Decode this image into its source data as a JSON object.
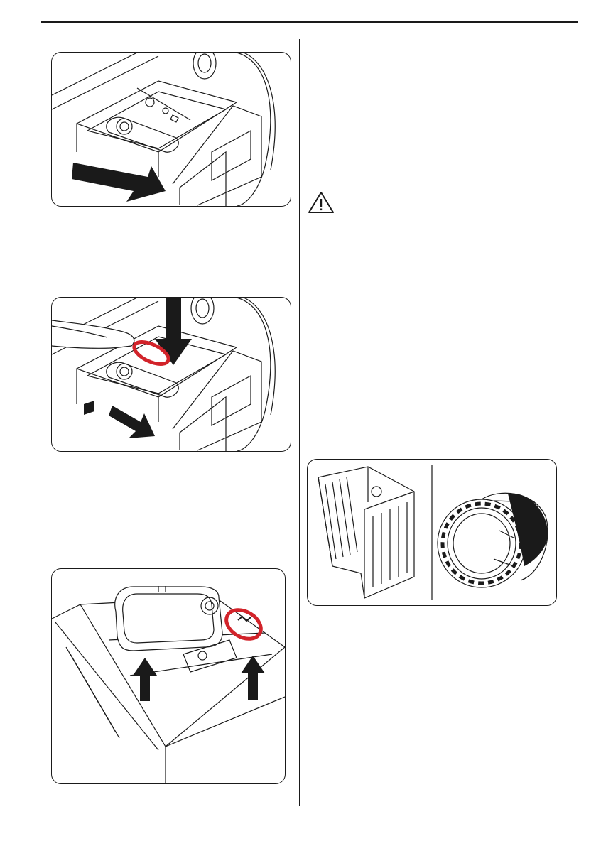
{
  "page": {
    "figures": [
      {
        "id": "fig-1",
        "icon": "pull-out-drawer-illustration"
      },
      {
        "id": "fig-2",
        "icon": "press-release-lever-illustration"
      },
      {
        "id": "fig-3",
        "icon": "lift-insert-illustration"
      },
      {
        "id": "fig-4",
        "icon": "drum-and-cabinet-illustration"
      }
    ],
    "warning_icon": "warning-triangle-icon",
    "colors": {
      "ink": "#1a1a1a",
      "highlight": "#d2232a",
      "paper": "#ffffff"
    }
  }
}
